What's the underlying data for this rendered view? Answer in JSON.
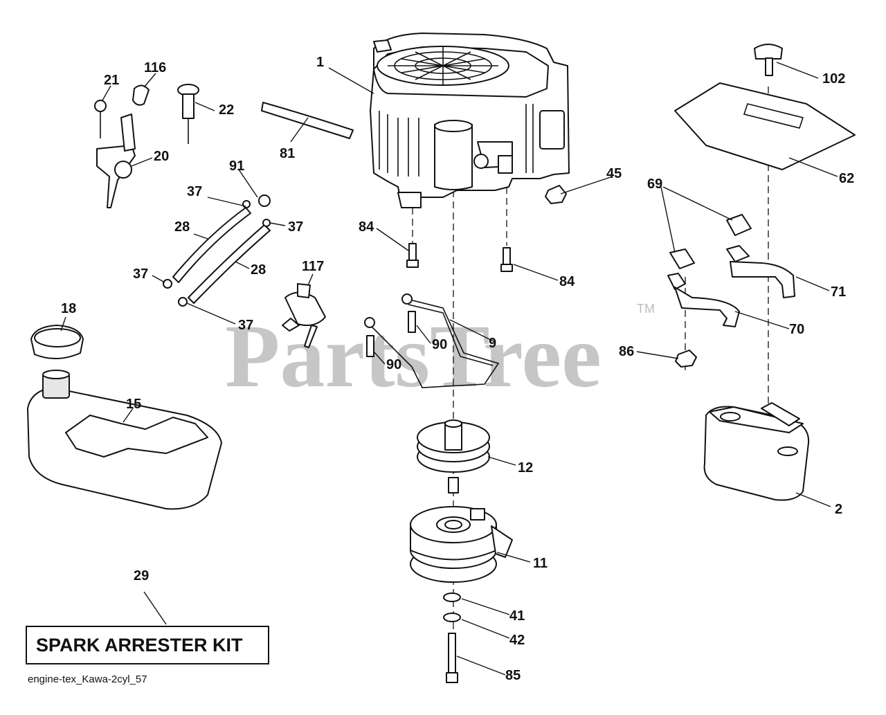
{
  "diagram": {
    "watermark": "PartsTree",
    "trademark": "TM",
    "kit_label": "SPARK ARRESTER KIT",
    "caption": "engine-tex_Kawa-2cyl_57",
    "callouts": {
      "c1": "1",
      "c2": "2",
      "c9": "9",
      "c11": "11",
      "c12": "12",
      "c15": "15",
      "c18": "18",
      "c20": "20",
      "c21": "21",
      "c22": "22",
      "c28a": "28",
      "c28b": "28",
      "c29": "29",
      "c37a": "37",
      "c37b": "37",
      "c37c": "37",
      "c37d": "37",
      "c41": "41",
      "c42": "42",
      "c45": "45",
      "c62": "62",
      "c69": "69",
      "c70": "70",
      "c71": "71",
      "c81": "81",
      "c84a": "84",
      "c84b": "84",
      "c85": "85",
      "c86": "86",
      "c90a": "90",
      "c90b": "90",
      "c91": "91",
      "c102": "102",
      "c116": "116",
      "c117": "117"
    }
  }
}
